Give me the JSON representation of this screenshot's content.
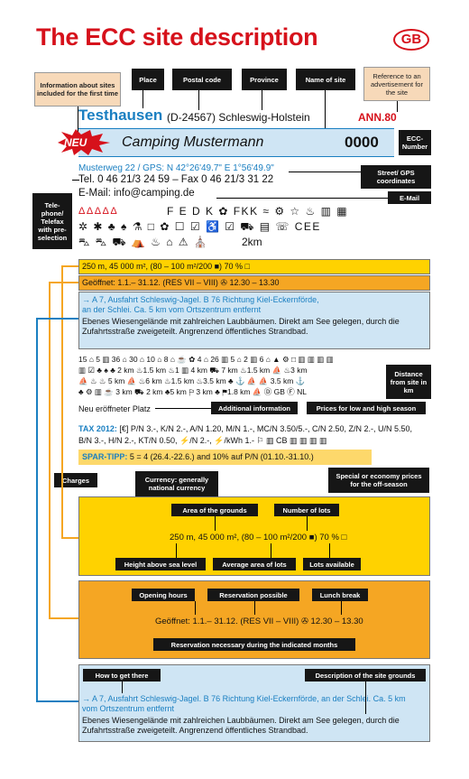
{
  "page": {
    "title": "The ECC site description",
    "country_badge": "GB"
  },
  "callouts": {
    "info_included": "Information about sites included for the first time",
    "place": "Place",
    "postal_code": "Postal code",
    "province": "Province",
    "name_of_site": "Name of site",
    "advertisement": "Reference to an advertisement for the site",
    "ecc_number": "ECC-Number",
    "street_gps": "Street/ GPS coordinates",
    "email": "E-Mail",
    "telephone": "Tele-phone/ Telefax with pre-selection",
    "distance": "Distance from site in km",
    "additional_info": "Additional information",
    "prices_low_high": "Prices for low and high season",
    "charges": "Charges",
    "currency": "Currency: generally national currency",
    "special_prices": "Special or economy prices for the off-season",
    "area_of_grounds": "Area of the grounds",
    "number_of_lots": "Number of lots",
    "height_sea_level": "Height above sea level",
    "average_area": "Average area of lots",
    "lots_available": "Lots available",
    "opening_hours": "Opening hours",
    "reservation_possible": "Reservation possible",
    "lunch_break": "Lunch break",
    "reservation_necessary": "Reservation necessary during the indicated months",
    "how_to_get_there": "How to get there",
    "description_grounds": "Description of the site grounds"
  },
  "site": {
    "place": "Testhausen",
    "address": "(D-24567) Schleswig-Holstein",
    "ann": "ANN.80",
    "new_badge": "NEU",
    "name": "Camping Mustermann",
    "number": "0000",
    "street": "Musterweg 22 / GPS: N 42°26'49.7\" E 1°56'49.9\"",
    "tel": "Tel. 0 46 21/3 24 59 – Fax 0 46 21/3 31 22",
    "email": "E-Mail: info@camping.de",
    "stars": "ΔΔΔΔΔ",
    "letters": "F E D K ✿ FKK ≈ ⚙ ☆ ♨ ▥ ▦",
    "symbols_row2": "✲ ✱ ♣ ♠ ⚗ □ ✿ ☐ ☑ ♿ ☑ ⛟ ▤ ☏ CEE",
    "symbols_row3": "⛍ ⛍ ⛟ ⛺ ♨ ⌂ ⚠ ⛪",
    "distance_2km": "2km"
  },
  "summary": {
    "area": "250 m, 45 000 m², (80 – 100 m²/200 ■) 70 % □",
    "opening": "Geöffnet: 1.1.– 31.12. (RES VII – VIII) ✇ 12.30 – 13.30",
    "directions_line1": "→ A 7, Ausfahrt Schleswig-Jagel. B 76 Richtung Kiel-Eckernförde,",
    "directions_line2": "an der Schlei. Ca. 5 km vom Ortszentrum entfernt",
    "description_line1": "Ebenes Wiesengelände mit zahlreichen Laubbäumen. Direkt am See gelegen, durch die",
    "description_line2": "Zufahrtsstraße zweigeteilt. Angrenzend öffentliches Strandbad."
  },
  "amenities": {
    "line1": "15 ⌂ 5 ▥ 36 ⌂ 30 ⌂ 10 ⌂ 8 ⌂ ☕ ✿ 4 ⌂ 26 ▥ 5 ⌂ 2 ▥ 6 ⌂ ▲ ⚙ □ ▥ ▥ ▥ ▥",
    "line2": "▥ ☑ ♣ ♠ ♣ 2 km ♨1.5 km ♨1 ▥ 4 km ⛟ 7 km ♨1.5 km ⛵ ♨3 km",
    "line3": "⛵ ♨ ♨ 5 km ⛵ ♨6 km ♨1.5 km ♨3.5 km ♣ ⚓ ⛵ ⛵ 3.5 km ⚓",
    "line4": "♣ ⚙ ▥ ☕ 3 km ⛟ 2 km ♣5 km ⚐ 3 km ♣ ⚑1.8 km ⛵ Ⓓ GB Ⓕ NL"
  },
  "additional": {
    "text": "Neu eröffneter Platz"
  },
  "tax": {
    "label": "TAX 2012:",
    "line1": "[€] P/N 3.-, K/N 2.-, A/N 1.20, M/N 1.-, MC/N 3.50/5.-, C/N 2.50, Z/N 2.-, U/N 5.50,",
    "line2": "B/N 3.-, H/N 2.-, KT/N 0.50, ⚡/N 2.-, ⚡/kWh 1.- ⚐ ▥ CB ▥ ▥ ▥ ▥"
  },
  "spar": {
    "label": "SPAR-TIPP:",
    "text": "5 = 4 (26.4.-22.6.) and 10% auf P/N (01.10.-31.10.)"
  },
  "detail_area": {
    "text": "250 m, 45 000 m², (80 – 100 m²/200 ■) 70 % □"
  },
  "detail_opening": {
    "text": "Geöffnet: 1.1.– 31.12. (RES VII – VIII) ✇ 12.30 – 13.30"
  },
  "detail_directions": {
    "line1": "→ A 7, Ausfahrt Schleswig-Jagel. B 76 Richtung Kiel-Eckernförde, an der Schlei. Ca. 5 km",
    "line2": "vom Ortszentrum entfernt",
    "line3": "Ebenes Wiesengelände mit zahlreichen Laubbäumen. Direkt am See gelegen, durch die",
    "line4": "Zufahrtsstraße zweigeteilt. Angrenzend öffentliches Strandbad."
  },
  "colors": {
    "red": "#d6111b",
    "blue": "#1a7fc1",
    "yellow": "#ffd200",
    "orange": "#f5a623",
    "lightblue": "#cfe5f4"
  }
}
